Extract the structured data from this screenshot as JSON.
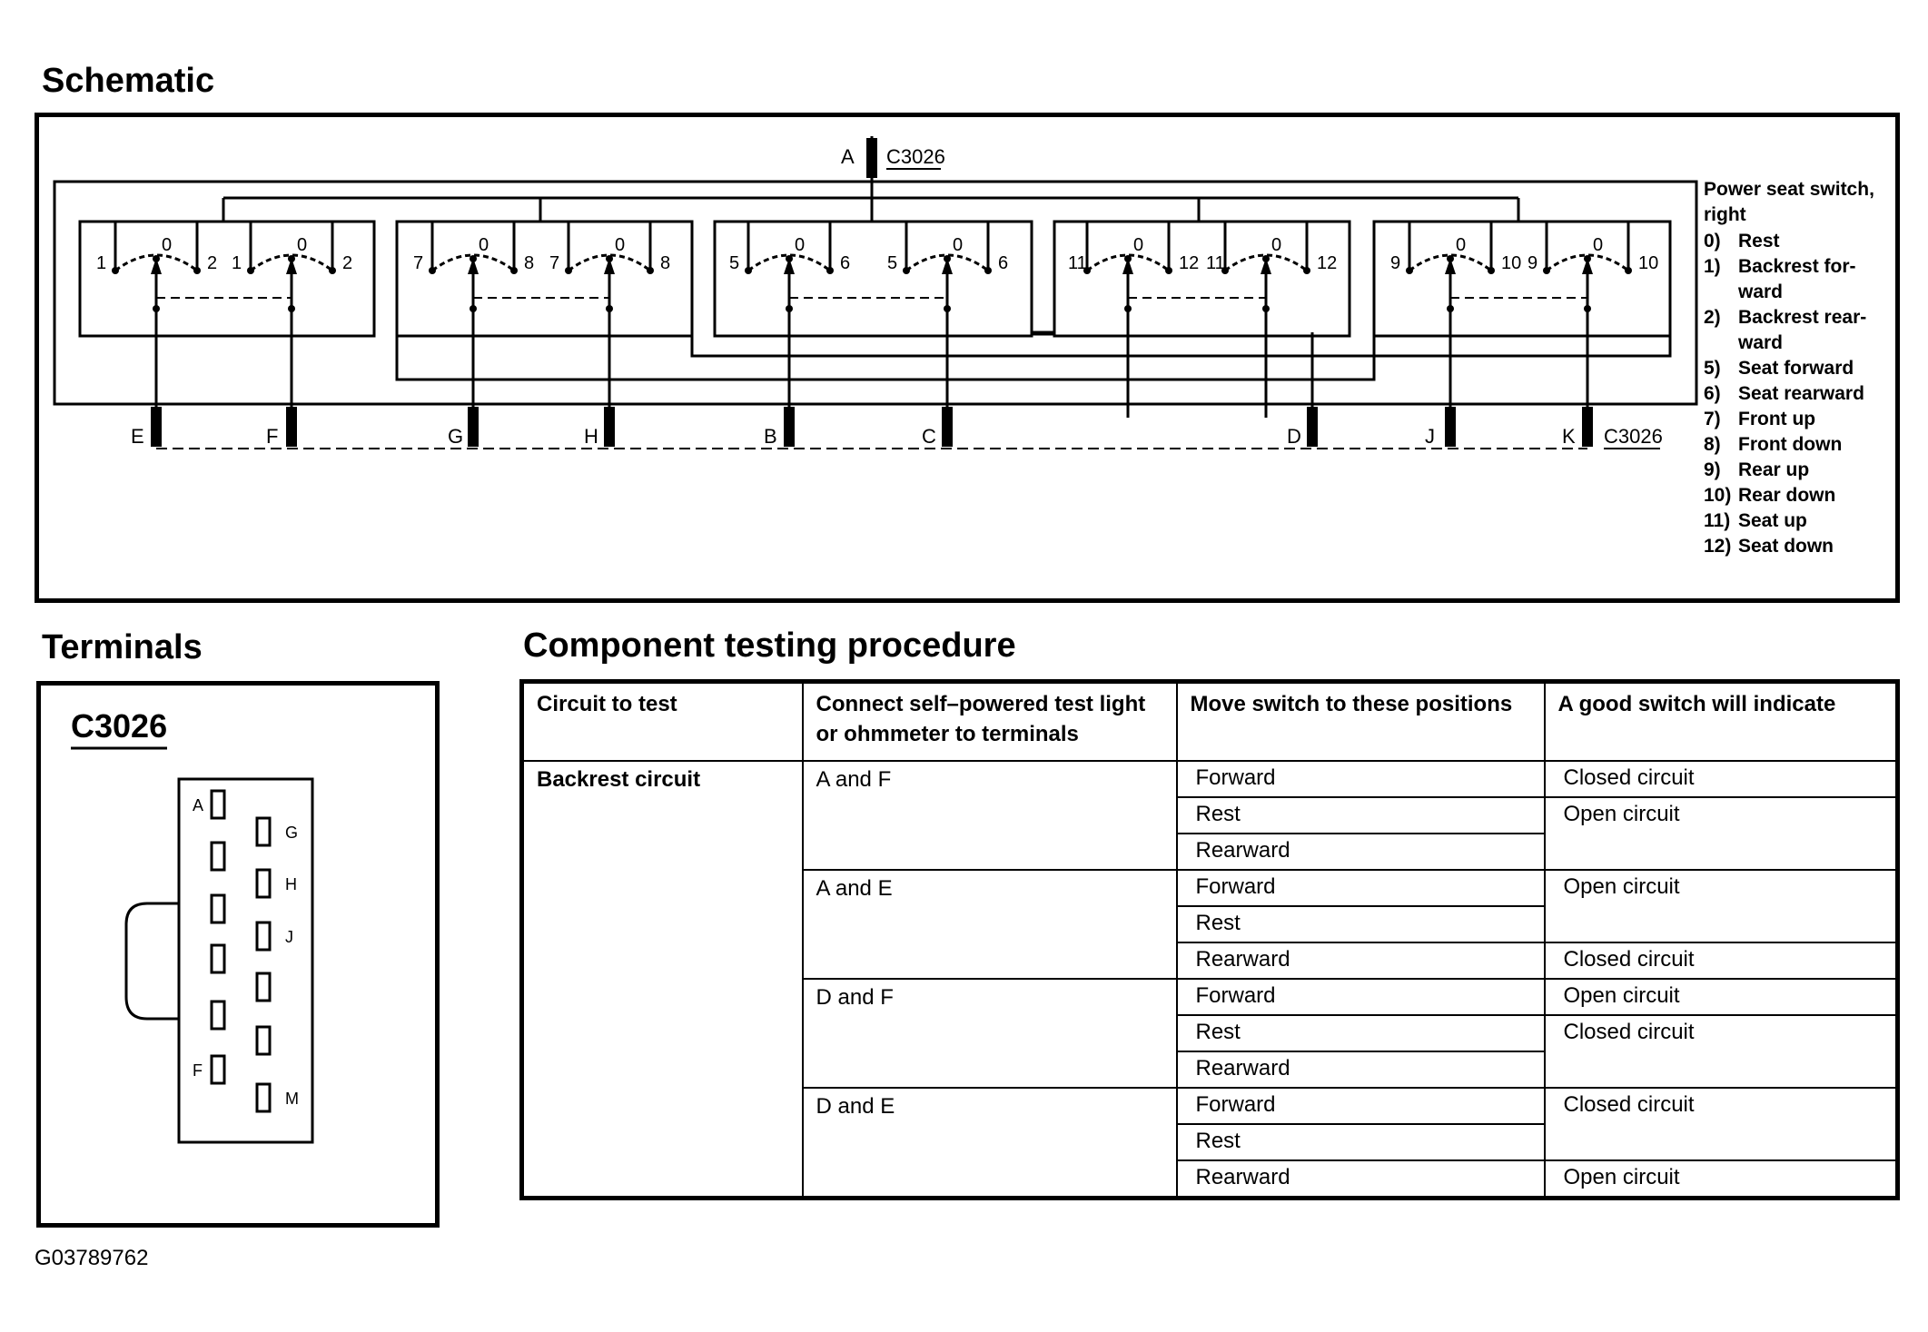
{
  "schematic": {
    "title": "Schematic",
    "connector_top": {
      "pin": "A",
      "name": "C3026"
    },
    "connector_bottom": {
      "pins": [
        "E",
        "F",
        "G",
        "H",
        "B",
        "C",
        "D",
        "J",
        "K"
      ],
      "name": "C3026"
    },
    "switch_groups": [
      {
        "left": "1",
        "center": "0",
        "right": "2"
      },
      {
        "left": "1",
        "center": "0",
        "right": "2"
      },
      {
        "left": "7",
        "center": "0",
        "right": "8"
      },
      {
        "left": "7",
        "center": "0",
        "right": "8"
      },
      {
        "left": "5",
        "center": "0",
        "right": "6"
      },
      {
        "left": "5",
        "center": "0",
        "right": "6"
      },
      {
        "left": "11",
        "center": "0",
        "right": "12"
      },
      {
        "left": "11",
        "center": "0",
        "right": "12"
      },
      {
        "left": "9",
        "center": "0",
        "right": "10"
      },
      {
        "left": "9",
        "center": "0",
        "right": "10"
      }
    ],
    "legend": {
      "title": "Power seat switch, right",
      "items": [
        {
          "num": "0)",
          "text": "Rest"
        },
        {
          "num": "1)",
          "text": "Backrest for-ward"
        },
        {
          "num": "2)",
          "text": "Backrest rear-ward"
        },
        {
          "num": "5)",
          "text": "Seat forward"
        },
        {
          "num": "6)",
          "text": "Seat rearward"
        },
        {
          "num": "7)",
          "text": "Front up"
        },
        {
          "num": "8)",
          "text": "Front down"
        },
        {
          "num": "9)",
          "text": "Rear up"
        },
        {
          "num": "10)",
          "text": "Rear down"
        },
        {
          "num": "11)",
          "text": "Seat up"
        },
        {
          "num": "12)",
          "text": "Seat down"
        }
      ]
    }
  },
  "terminals": {
    "title": "Terminals",
    "connector": "C3026",
    "left_labels": [
      "A",
      "F"
    ],
    "right_labels": [
      "G",
      "H",
      "J",
      "M"
    ]
  },
  "procedure": {
    "title": "Component testing procedure",
    "headers": [
      "Circuit to test",
      "Connect self–powered test light or ohmmeter to terminals",
      "Move switch to these positions",
      "A good switch will indicate"
    ],
    "circuit": "Backrest circuit",
    "groups": [
      {
        "terminals": "A and F",
        "positions": [
          "Forward",
          "Rest",
          "Rearward"
        ],
        "results": [
          "Closed circuit",
          "Open circuit"
        ],
        "result_spans": [
          1,
          2
        ]
      },
      {
        "terminals": "A and E",
        "positions": [
          "Forward",
          "Rest",
          "Rearward"
        ],
        "results": [
          "Open circuit",
          "Closed circuit"
        ],
        "result_spans": [
          2,
          1
        ]
      },
      {
        "terminals": "D and F",
        "positions": [
          "Forward",
          "Rest",
          "Rearward"
        ],
        "results": [
          "Open circuit",
          "Closed circuit"
        ],
        "result_spans": [
          1,
          2
        ]
      },
      {
        "terminals": "D and E",
        "positions": [
          "Forward",
          "Rest",
          "Rearward"
        ],
        "results": [
          "Closed circuit",
          "Open circuit"
        ],
        "result_spans": [
          2,
          1
        ]
      }
    ]
  },
  "figure_id": "G03789762"
}
